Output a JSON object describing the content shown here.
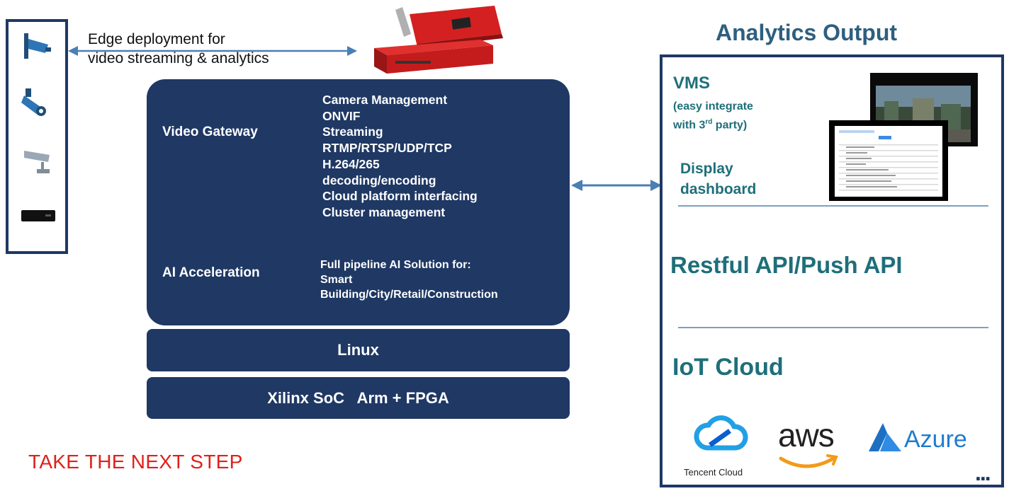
{
  "left": {
    "edge_text_line1": "Edge deployment for",
    "edge_text_line2": "video streaming & analytics",
    "devices": [
      "dome-camera-icon",
      "bullet-camera-icon",
      "security-camera-icon",
      "nvr-box-icon"
    ]
  },
  "gateway": {
    "video_gateway_label": "Video Gateway",
    "video_gateway_items": [
      "Camera Management",
      "ONVIF",
      "Streaming",
      "RTMP/RTSP/UDP/TCP",
      "H.264/265",
      "decoding/encoding",
      "Cloud platform interfacing",
      "Cluster management"
    ],
    "ai_label": "AI Acceleration",
    "ai_items": [
      "Full pipeline AI Solution for:",
      "Smart",
      "Building/City/Retail/Construction"
    ]
  },
  "stack": {
    "linux": "Linux",
    "soc": "Xilinx SoC   Arm + FPGA"
  },
  "cta": "TAKE THE NEXT STEP",
  "output": {
    "title": "Analytics Output",
    "vms": "VMS",
    "vms_sub_line1": "(easy integrate",
    "vms_sub_prefix": "with 3",
    "vms_sub_sup": "rd",
    "vms_sub_suffix": " party)",
    "display_line1": "Display",
    "display_line2": "dashboard",
    "api": "Restful API/Push API",
    "iot": "IoT Cloud",
    "tencent": "Tencent Cloud",
    "aws": "aws",
    "azure": "Azure",
    "more": "..."
  },
  "colors": {
    "navy": "#1f3864",
    "teal": "#1e6f7a",
    "arrow": "#4a7fb5",
    "cta_red": "#e0201b",
    "card_red": "#d42020"
  }
}
